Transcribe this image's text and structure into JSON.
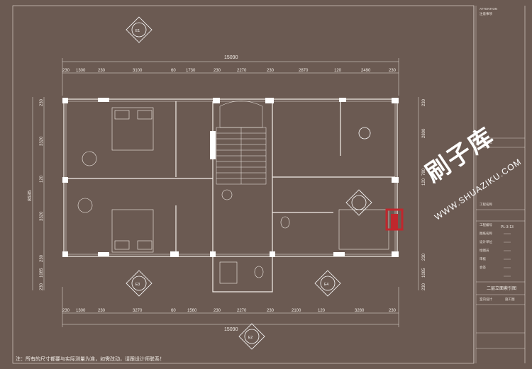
{
  "note": "注：所有的尺寸都要与实际测量为准，如需改动，请跟设计师联系！",
  "watermark": {
    "cn": "刷子库",
    "en": "WWW.SHUAZIKU.COM",
    "color": "#c0272d"
  },
  "title_block": {
    "attention": "ATTENTION",
    "attention_cn": "注意事项",
    "fields": [
      "建设单位",
      "工程名称",
      "工程编号",
      "图纸名称",
      "设计单位",
      "绘图员",
      "审核",
      "会签"
    ],
    "drawing_no": "PL-3-13",
    "drawing_title": "二层立面索引图",
    "design": "室内设计",
    "construction": "施工图"
  },
  "dims": {
    "overall": "15090",
    "top": [
      "230",
      "1300",
      "230",
      "3100",
      "60",
      "1730",
      "230",
      "2270",
      "230",
      "2870",
      "120",
      "2490",
      "230"
    ],
    "bottom": [
      "230",
      "1300",
      "230",
      "3270",
      "60",
      "1560",
      "230",
      "2270",
      "230",
      "2100",
      "120",
      "3280",
      "230"
    ],
    "left": [
      "230",
      "3320",
      "120",
      "3320",
      "230",
      "1085",
      "230"
    ],
    "left_total": "8535",
    "right": [
      "230",
      "2800",
      "780",
      "120",
      "230",
      "1085",
      "230"
    ]
  },
  "elevation_marks": [
    "E1",
    "E2",
    "E3",
    "E4"
  ]
}
